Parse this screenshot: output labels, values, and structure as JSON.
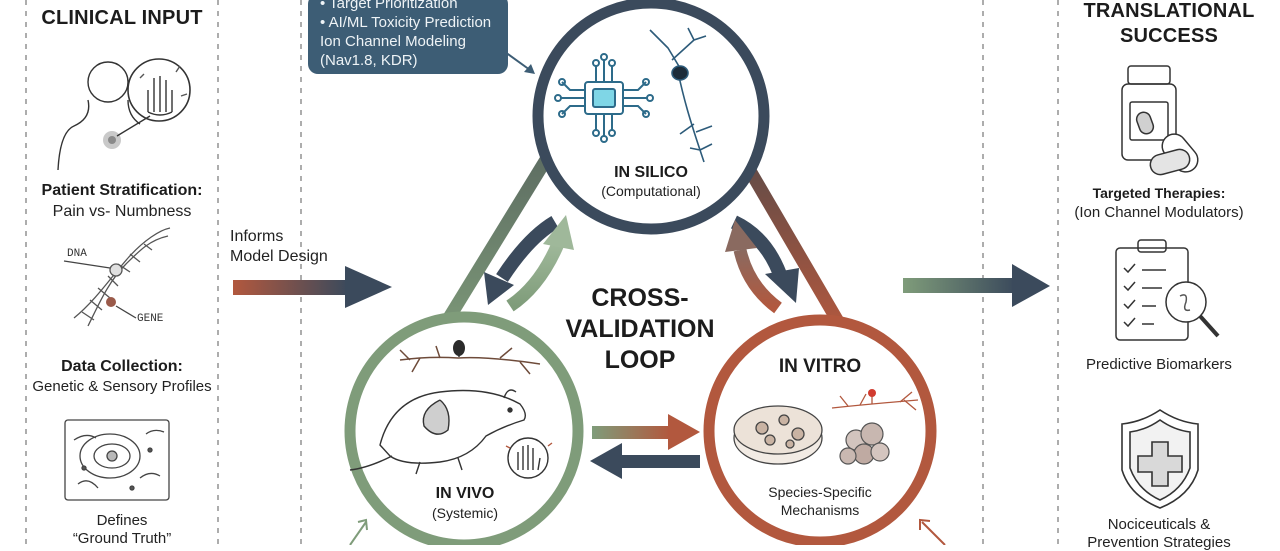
{
  "left_panel": {
    "title": "CLINICAL INPUT",
    "stratification_label": "Patient Stratification:",
    "stratification_detail": "Pain vs- Numbness",
    "dna_tag": "DNA",
    "gene_tag": "GENE",
    "collection_label": "Data Collection:",
    "collection_detail": "Genetic & Sensory Profiles",
    "defines_line1": "Defines",
    "defines_line2": "“Ground Truth”"
  },
  "informs_arrow": {
    "line1": "Informs",
    "line2": "Model Design"
  },
  "callout": {
    "items": [
      "• Target Prioritization",
      "• AI/ML Toxicity Prediction",
      "Ion Channel Modeling",
      "(Nav1.8, KDR)"
    ]
  },
  "center_loop": {
    "title_line1": "CROSS-",
    "title_line2": "VALIDATION",
    "title_line3": "LOOP"
  },
  "nodes": {
    "in_silico": {
      "title": "IN SILICO",
      "subtitle": "(Computational)"
    },
    "in_vivo": {
      "title": "IN VIVO",
      "subtitle": "(Systemic)"
    },
    "in_vitro": {
      "title": "IN VITRO",
      "subtitle_line1": "Species-Specific",
      "subtitle_line2": "Mechanisms"
    }
  },
  "right_panel": {
    "title_line1": "TRANSLATIONAL",
    "title_line2": "SUCCESS",
    "therapies_label": "Targeted Therapies:",
    "therapies_detail": "(Ion Channel Modulators)",
    "biomarkers_label": "Predictive Biomarkers",
    "nociceuticals_line1": "Nociceuticals &",
    "nociceuticals_line2": "Prevention Strategies"
  },
  "colors": {
    "navy": "#3b4a5c",
    "green": "#7f9c7a",
    "terracotta": "#b2583e",
    "callout_bg": "#3d5d75"
  }
}
